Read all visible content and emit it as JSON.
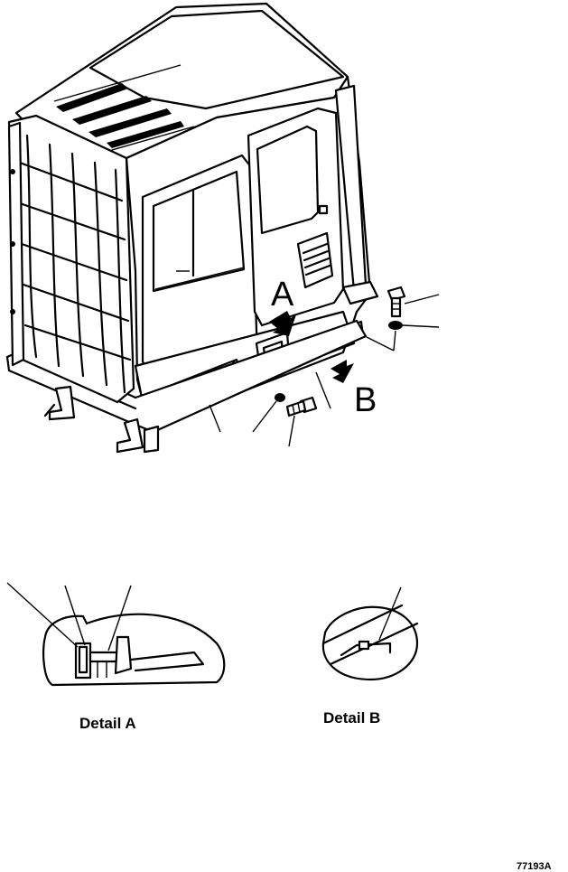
{
  "labels": {
    "callout_a": "A",
    "callout_b": "B",
    "detail_a": "Detail A",
    "detail_b": "Detail B",
    "figure_ref": "77193A"
  }
}
